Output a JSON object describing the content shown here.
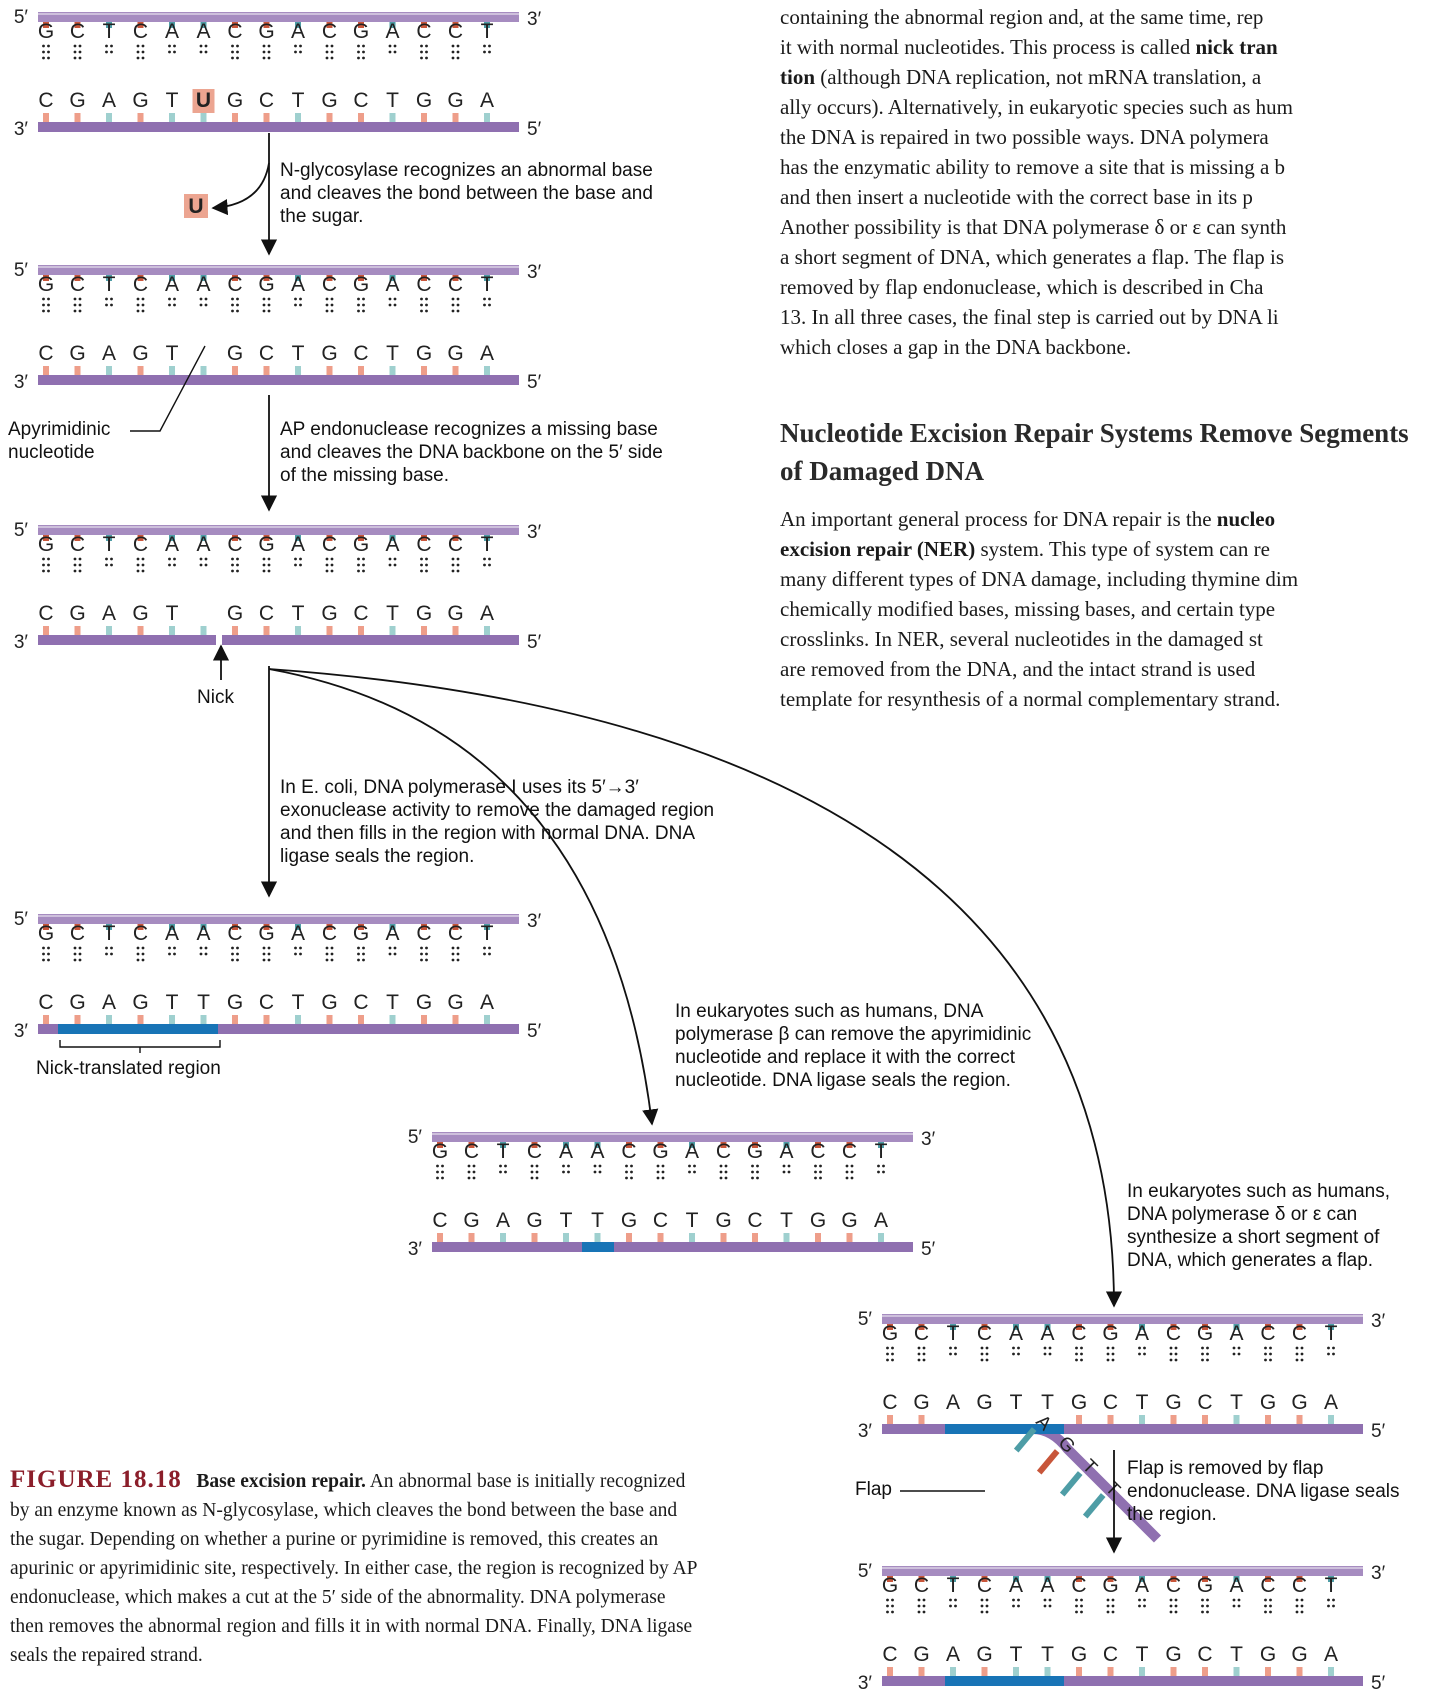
{
  "strands": {
    "prime5": "5′",
    "prime3": "3′",
    "top_bases": [
      "G",
      "C",
      "T",
      "C",
      "A",
      "A",
      "C",
      "G",
      "A",
      "C",
      "G",
      "A",
      "C",
      "C",
      "T"
    ],
    "bottom_normal": [
      "C",
      "G",
      "A",
      "G",
      "T",
      "T",
      "G",
      "C",
      "T",
      "G",
      "C",
      "T",
      "G",
      "G",
      "A"
    ],
    "bottom_with_uracil": [
      "C",
      "G",
      "A",
      "G",
      "T",
      "U",
      "G",
      "C",
      "T",
      "G",
      "C",
      "T",
      "G",
      "G",
      "A"
    ],
    "bottom_missing_base": [
      "C",
      "G",
      "A",
      "G",
      "T",
      "",
      "G",
      "C",
      "T",
      "G",
      "C",
      "T",
      "G",
      "G",
      "A"
    ],
    "flap_bases": [
      "A",
      "G",
      "T",
      "T"
    ]
  },
  "free_base": "U",
  "steps": {
    "glycosylase": "N-glycosylase recognizes an abnormal base and cleaves the bond between the base and the sugar.",
    "ap_endonuclease": "AP endonuclease recognizes a missing base and cleaves the DNA backbone on the 5′ side of the missing base.",
    "ecoli_pol1": "In E. coli, DNA polymerase I uses its 5′→3′ exonuclease activity to remove the damaged region and then fills in the region with normal DNA. DNA ligase seals the region.",
    "pol_beta": "In eukaryotes such as humans, DNA polymerase β can remove the apyrimidinic nucleotide and replace it with the correct nucleotide. DNA ligase seals the region.",
    "pol_delta": "In eukaryotes such as humans, DNA polymerase δ or ε can synthesize a short segment of DNA, which generates a flap.",
    "flap_endo": "Flap is removed by flap endonuclease. DNA ligase seals the region."
  },
  "labels": {
    "apyrimidinic": "Apyrimidinic nucleotide",
    "nick": "Nick",
    "nick_translated": "Nick-translated region",
    "flap": "Flap"
  },
  "text": {
    "para1": [
      "containing the abnormal region and, at the same time, rep",
      "it with normal nucleotides. This process is called nick tran",
      "tion (although DNA replication, not mRNA translation, a",
      "ally occurs). Alternatively, in eukaryotic species such as hum",
      "the DNA is repaired in two possible ways. DNA polymera",
      "has the enzymatic ability to remove a site that is missing a b",
      "and then insert a nucleotide with the correct base in its p",
      "Another possibility is that DNA polymerase δ or ε can synth",
      "a short segment of DNA, which generates a flap. The flap is",
      "removed by flap endonuclease, which is described in Cha",
      "13. In all three cases, the final step is carried out by DNA li",
      "which closes a gap in the DNA backbone."
    ],
    "heading": "Nucleotide Excision Repair Systems Remove Segments of Damaged DNA",
    "para2": [
      "An important general process for DNA repair is the nucleo",
      "excision repair (NER) system. This type of system can re",
      "many different types of DNA damage, including thymine dim",
      "chemically modified bases, missing bases, and certain type",
      "crosslinks. In NER, several nucleotides in the damaged st",
      "are removed from the DNA, and the intact strand is used",
      "template for resynthesis of a normal complementary strand."
    ]
  },
  "caption": {
    "figure": "FIGURE 18.18",
    "title": "Base excision repair.",
    "body": "An abnormal base is initially recognized by an enzyme known as N-glycosylase, which cleaves the bond between the base and the sugar. Depending on whether a purine or pyrimidine is removed, this creates an apurinic or apyrimidinic site, respectively. In either case, the region is recognized by AP endonuclease, which makes a cut at the 5′ side of the abnormality. DNA polymerase then removes the abnormal region and fills it in with normal DNA. Finally, DNA ligase seals the repaired strand."
  },
  "colors": {
    "backbone_top": "#a68cc0",
    "backbone_bottom": "#8f70b0",
    "repaired": "#1874b6",
    "base_red": "#c8563a",
    "base_salmon": "#ee9e8a",
    "base_teal": "#4e9da6",
    "base_light": "#9fd0cf",
    "uracil_box": "#eca591",
    "caption_figure": "#8b1e2a"
  }
}
